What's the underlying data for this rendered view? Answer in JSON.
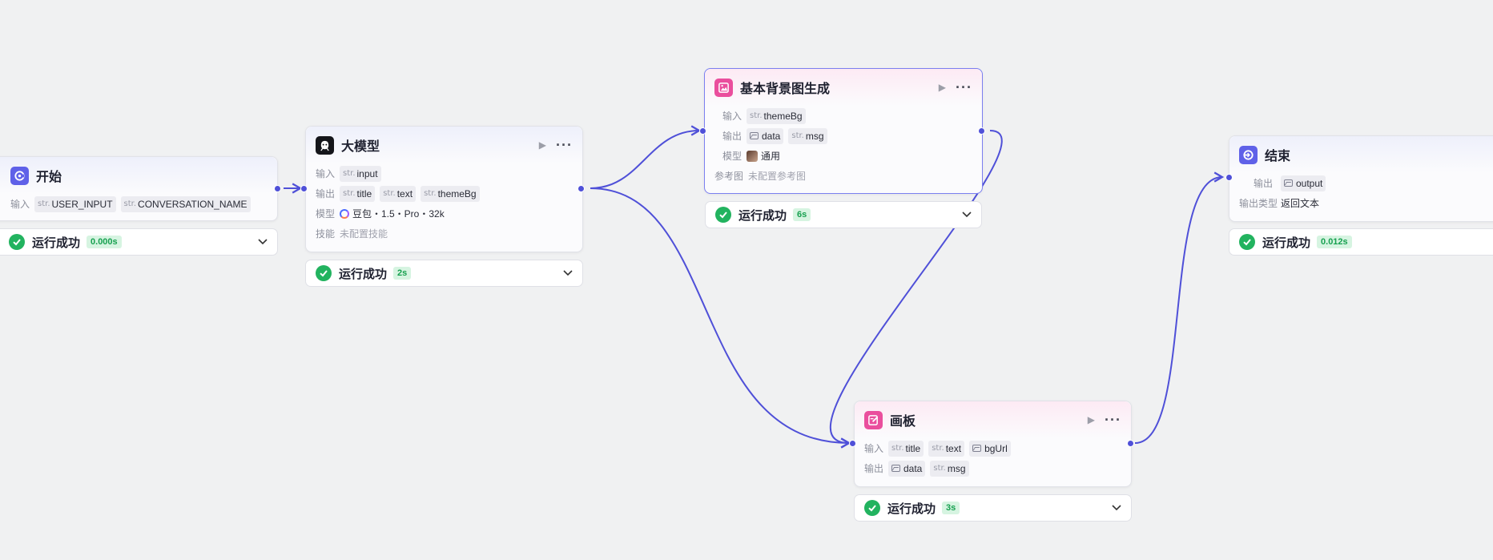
{
  "nodes": {
    "start": {
      "title": "开始",
      "input_label": "输入",
      "inputs": [
        {
          "type": "str.",
          "name": "USER_INPUT"
        },
        {
          "type": "str.",
          "name": "CONVERSATION_NAME"
        }
      ],
      "status": "运行成功",
      "duration": "0.000s"
    },
    "llm": {
      "title": "大模型",
      "input_label": "输入",
      "output_label": "输出",
      "model_label": "模型",
      "skill_label": "技能",
      "inputs": [
        {
          "type": "str.",
          "name": "input"
        }
      ],
      "outputs": [
        {
          "type": "str.",
          "name": "title"
        },
        {
          "type": "str.",
          "name": "text"
        },
        {
          "type": "str.",
          "name": "themeBg"
        }
      ],
      "model": "豆包・1.5・Pro・32k",
      "skill": "未配置技能",
      "status": "运行成功",
      "duration": "2s"
    },
    "bg": {
      "title": "基本背景图生成",
      "input_label": "输入",
      "output_label": "输出",
      "model_label": "模型",
      "ref_label": "参考图",
      "inputs": [
        {
          "type": "str.",
          "name": "themeBg"
        }
      ],
      "outputs": [
        {
          "type": "img",
          "name": "data"
        },
        {
          "type": "str.",
          "name": "msg"
        }
      ],
      "model": "通用",
      "ref": "未配置参考图",
      "status": "运行成功",
      "duration": "6s"
    },
    "canvas": {
      "title": "画板",
      "input_label": "输入",
      "output_label": "输出",
      "inputs": [
        {
          "type": "str.",
          "name": "title"
        },
        {
          "type": "str.",
          "name": "text"
        },
        {
          "type": "img",
          "name": "bgUrl"
        }
      ],
      "outputs": [
        {
          "type": "img",
          "name": "data"
        },
        {
          "type": "str.",
          "name": "msg"
        }
      ],
      "status": "运行成功",
      "duration": "3s"
    },
    "end": {
      "title": "结束",
      "output_label": "输出",
      "output_type_label": "输出类型",
      "outputs": [
        {
          "type": "img",
          "name": "output"
        }
      ],
      "output_type": "返回文本",
      "status": "运行成功",
      "duration": "0.012s"
    }
  },
  "colors": {
    "edge": "#4f50d8",
    "success": "#22b35f",
    "accent_blue": "#5f61e8",
    "accent_pink": "#ea4e9d"
  }
}
